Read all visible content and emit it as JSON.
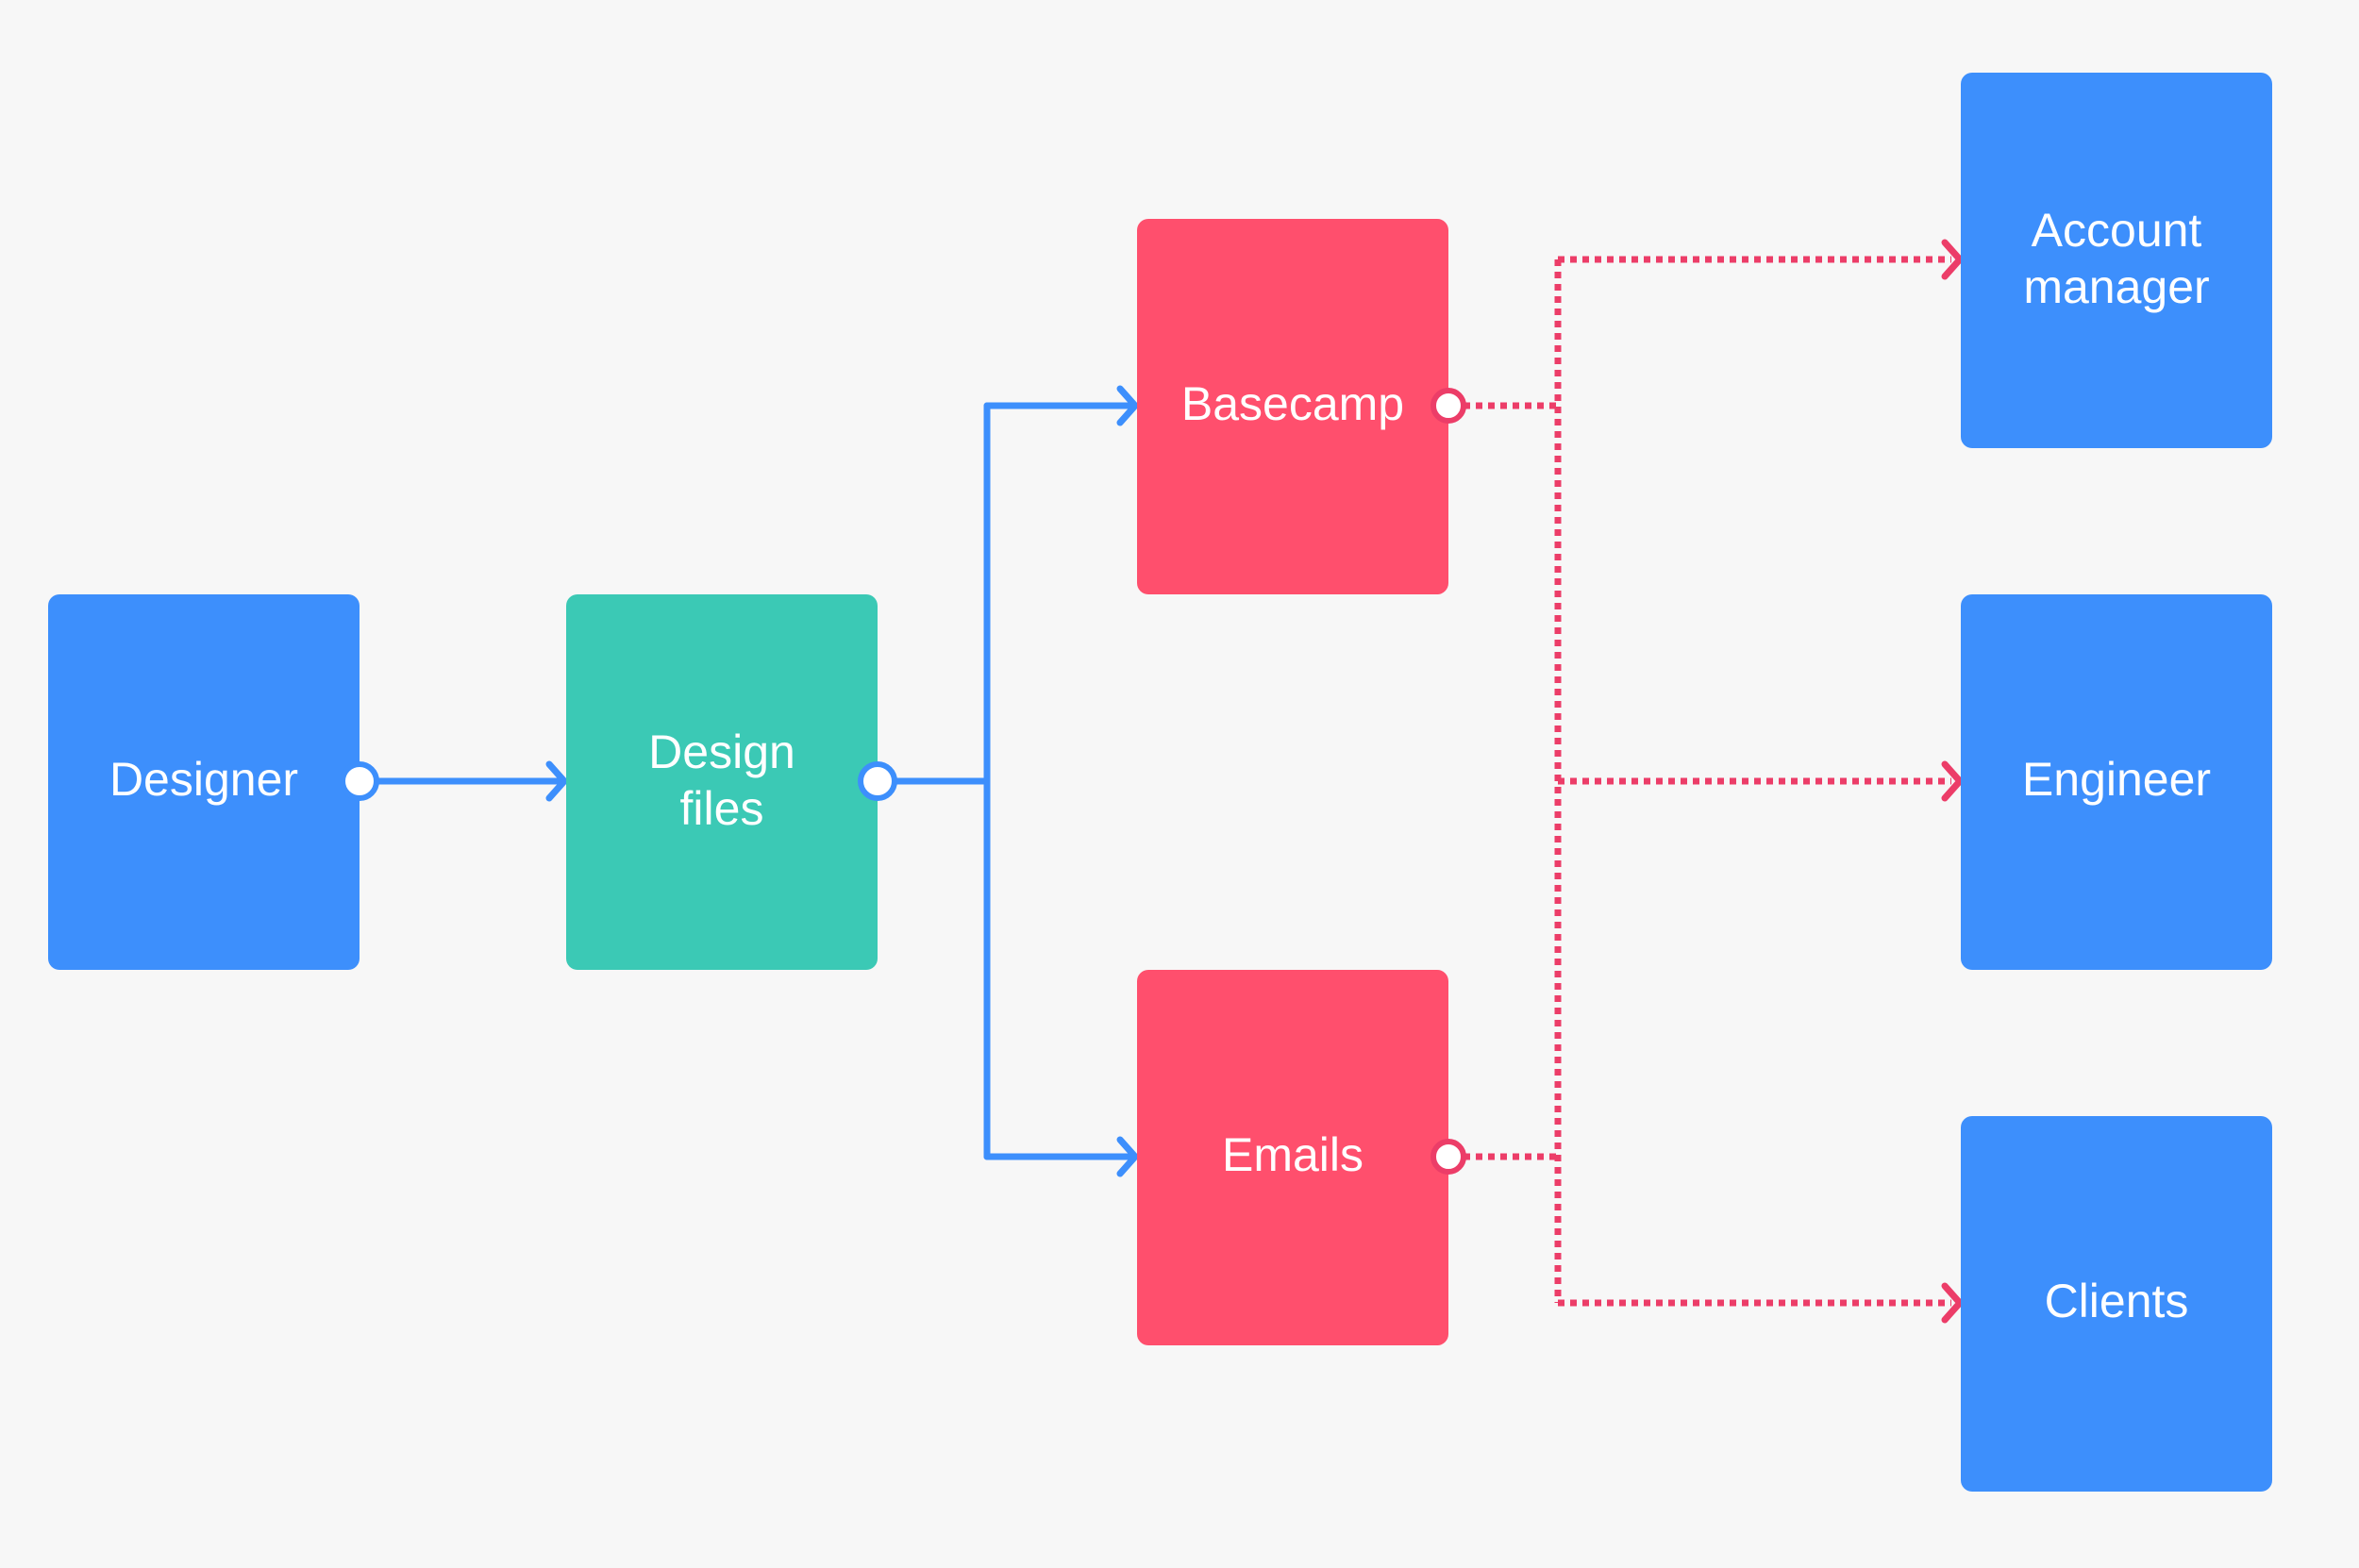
{
  "colors": {
    "background": "#f7f7f7",
    "blue": "#3d8ffc",
    "teal": "#3bc9b5",
    "red": "#ff4f6d",
    "red_line": "#ec3d68",
    "white": "#ffffff"
  },
  "nodes": {
    "designer": {
      "label": "Designer",
      "color": "blue"
    },
    "design_files": {
      "label_line1": "Design",
      "label_line2": "files",
      "color": "teal"
    },
    "basecamp": {
      "label": "Basecamp",
      "color": "red"
    },
    "emails": {
      "label": "Emails",
      "color": "red"
    },
    "account_manager": {
      "label_line1": "Account",
      "label_line2": "manager",
      "color": "blue"
    },
    "engineer": {
      "label": "Engineer",
      "color": "blue"
    },
    "clients": {
      "label": "Clients",
      "color": "blue"
    }
  },
  "edges": [
    {
      "from": "designer",
      "to": "design_files",
      "style": "solid"
    },
    {
      "from": "design_files",
      "to": "basecamp",
      "style": "solid"
    },
    {
      "from": "design_files",
      "to": "emails",
      "style": "solid"
    },
    {
      "from": "basecamp",
      "to": "account_manager",
      "style": "dotted"
    },
    {
      "from": "basecamp",
      "to": "engineer",
      "style": "dotted"
    },
    {
      "from": "emails",
      "to": "engineer",
      "style": "dotted"
    },
    {
      "from": "emails",
      "to": "clients",
      "style": "dotted"
    }
  ]
}
